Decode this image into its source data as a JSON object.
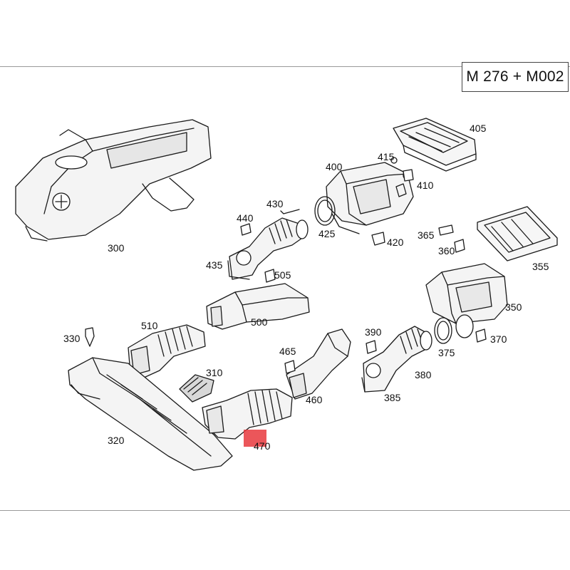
{
  "title_box": {
    "text": "M 276 + M002"
  },
  "parts": [
    {
      "id": "part-300",
      "label": "300"
    },
    {
      "id": "part-400",
      "label": "400"
    },
    {
      "id": "part-405",
      "label": "405"
    },
    {
      "id": "part-410",
      "label": "410"
    },
    {
      "id": "part-415",
      "label": "415"
    },
    {
      "id": "part-420",
      "label": "420"
    },
    {
      "id": "part-425",
      "label": "425"
    },
    {
      "id": "part-430",
      "label": "430"
    },
    {
      "id": "part-435",
      "label": "435"
    },
    {
      "id": "part-440",
      "label": "440"
    },
    {
      "id": "part-505",
      "label": "505"
    },
    {
      "id": "part-365",
      "label": "365"
    },
    {
      "id": "part-360",
      "label": "360"
    },
    {
      "id": "part-355",
      "label": "355"
    },
    {
      "id": "part-350",
      "label": "350"
    },
    {
      "id": "part-370",
      "label": "370"
    },
    {
      "id": "part-375",
      "label": "375"
    },
    {
      "id": "part-380",
      "label": "380"
    },
    {
      "id": "part-385",
      "label": "385"
    },
    {
      "id": "part-390",
      "label": "390"
    },
    {
      "id": "part-500",
      "label": "500"
    },
    {
      "id": "part-510",
      "label": "510"
    },
    {
      "id": "part-330",
      "label": "330"
    },
    {
      "id": "part-310",
      "label": "310"
    },
    {
      "id": "part-320",
      "label": "320"
    },
    {
      "id": "part-465",
      "label": "465"
    },
    {
      "id": "part-460",
      "label": "460"
    },
    {
      "id": "part-470",
      "label": "470"
    }
  ],
  "highlight": {
    "color": "#e8383d",
    "part_label": "470"
  }
}
